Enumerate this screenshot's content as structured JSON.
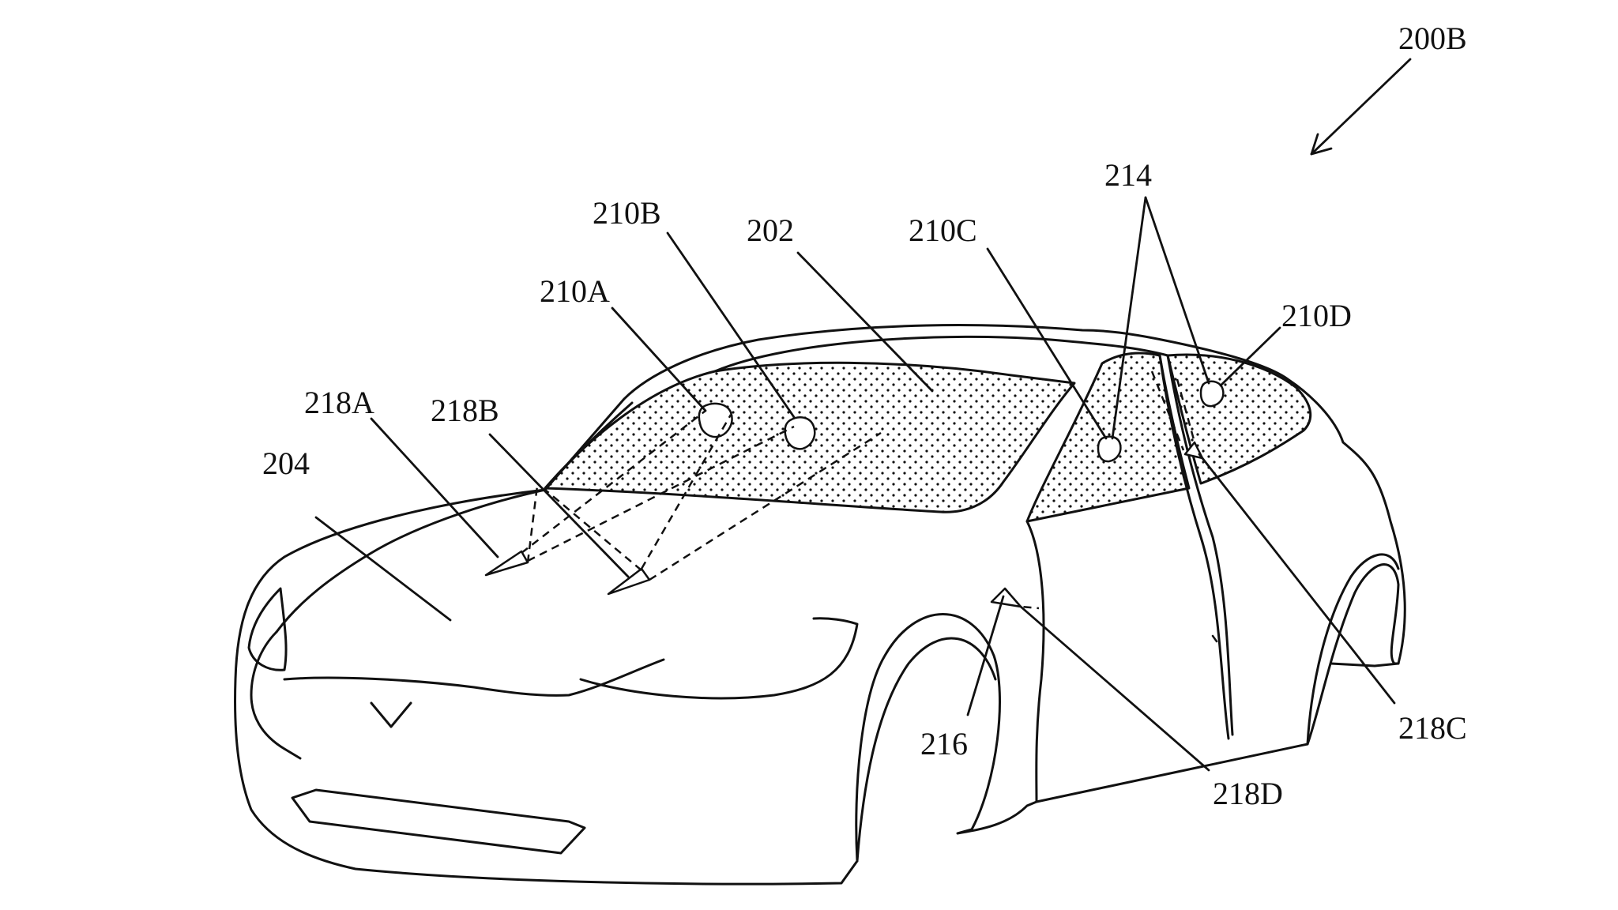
{
  "figure": {
    "labels": {
      "figure_ref": "200B",
      "ref_202": "202",
      "ref_204": "204",
      "ref_210A": "210A",
      "ref_210B": "210B",
      "ref_210C": "210C",
      "ref_210D": "210D",
      "ref_214": "214",
      "ref_216": "216",
      "ref_218A": "218A",
      "ref_218B": "218B",
      "ref_218C": "218C",
      "ref_218D": "218D"
    },
    "colors": {
      "ink": "#111111",
      "paper": "#ffffff"
    }
  }
}
